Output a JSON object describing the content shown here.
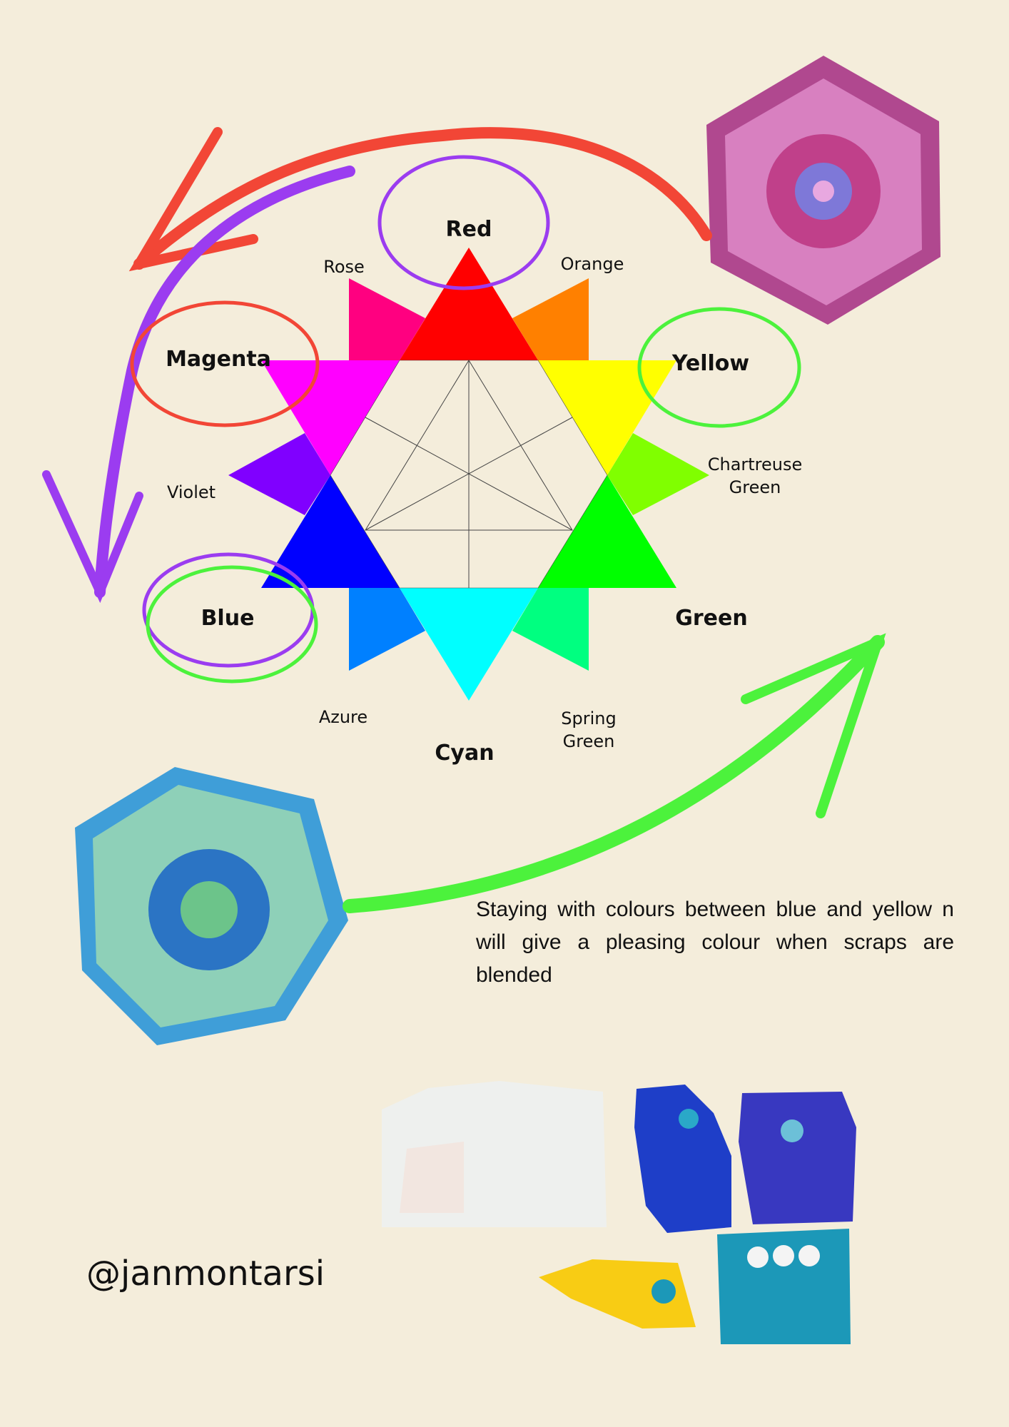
{
  "wheel": {
    "primary_labels": {
      "red": "Red",
      "yellow": "Yellow",
      "green": "Green",
      "cyan": "Cyan",
      "blue": "Blue",
      "magenta": "Magenta"
    },
    "secondary_labels": {
      "rose": "Rose",
      "orange": "Orange",
      "chartreuse_1": "Chartreuse",
      "chartreuse_2": "Green",
      "spring_1": "Spring",
      "spring_2": "Green",
      "azure": "Azure",
      "violet": "Violet"
    },
    "colors": {
      "red": "#ff0000",
      "yellow": "#ffff00",
      "green": "#00ff00",
      "cyan": "#00ffff",
      "blue": "#0000ff",
      "magenta": "#ff00ff",
      "rose": "#ff0080",
      "orange": "#ff8000",
      "chartreuse": "#80ff00",
      "spring": "#00ff80",
      "azure": "#0080ff",
      "violet": "#8000ff"
    }
  },
  "annotation": {
    "text": "Staying with colours between blue and yellow n will give a pleasing colour when scraps are blended"
  },
  "handle": "@janmontarsi",
  "accent_colors": {
    "red_arrow": "#f24636",
    "purple_arrow": "#9b3cf0",
    "green_arrow": "#4cf23c"
  }
}
